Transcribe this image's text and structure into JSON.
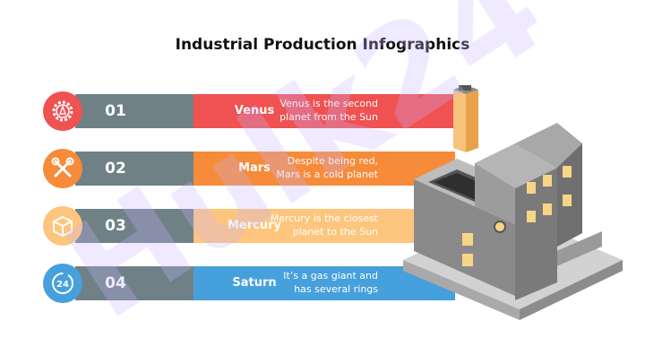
{
  "title": "Industrial Production Infographics",
  "colors": {
    "red": "#f05151",
    "orange": "#f68b3a",
    "yellow": "#fdc57d",
    "blue": "#46a0dc",
    "gray": "#6f8187"
  },
  "items": [
    {
      "num": "01",
      "name": "Venus",
      "desc1": "Venus is the second",
      "desc2": "planet from the Sun",
      "icon": "gear-icon",
      "color": "#f05151"
    },
    {
      "num": "02",
      "name": "Mars",
      "desc1": "Despite being red,",
      "desc2": "Mars is a cold planet",
      "icon": "tools-icon",
      "color": "#f68b3a"
    },
    {
      "num": "03",
      "name": "Mercury",
      "desc1": "Mercury is the closest",
      "desc2": "planet to the Sun",
      "icon": "box-icon",
      "color": "#fdc57d"
    },
    {
      "num": "04",
      "name": "Saturn",
      "desc1": "It’s a gas giant and",
      "desc2": "has several rings",
      "icon": "24-hours-icon",
      "color": "#46a0dc"
    }
  ]
}
